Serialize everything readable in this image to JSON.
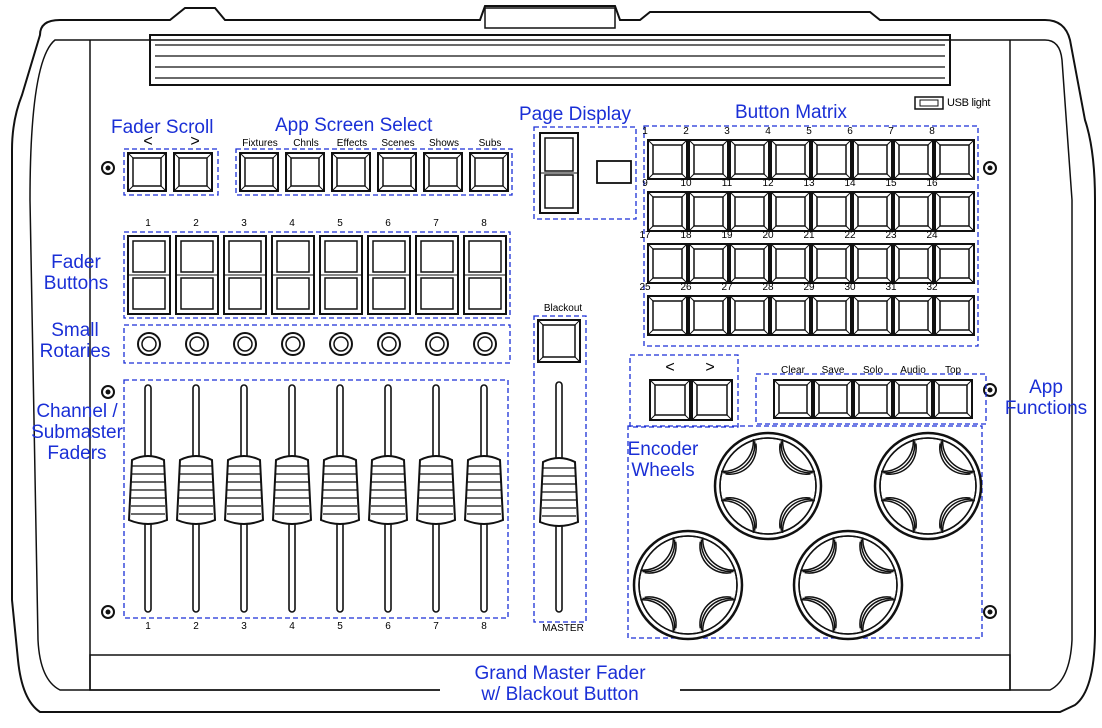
{
  "colors": {
    "annotation": "#1a2fd6",
    "outline": "#111111",
    "background": "#ffffff"
  },
  "annotations": {
    "fader_scroll": "Fader Scroll",
    "app_screen_select": "App Screen Select",
    "page_display": "Page Display",
    "button_matrix": "Button Matrix",
    "fader_buttons_1": "Fader",
    "fader_buttons_2": "Buttons",
    "small_rotaries_1": "Small",
    "small_rotaries_2": "Rotaries",
    "faders_1": "Channel /",
    "faders_2": "Submaster",
    "faders_3": "Faders",
    "encoder_1": "Encoder",
    "encoder_2": "Wheels",
    "app_functions_1": "App",
    "app_functions_2": "Functions",
    "grand_master_1": "Grand Master Fader",
    "grand_master_2": "w/ Blackout Button"
  },
  "usb_light": "USB light",
  "scroll_labels": [
    "<",
    ">"
  ],
  "app_screen_labels": [
    "Fixtures",
    "Chnls",
    "Effects",
    "Scenes",
    "Shows",
    "Subs"
  ],
  "fader_numbers": [
    "1",
    "2",
    "3",
    "4",
    "5",
    "6",
    "7",
    "8"
  ],
  "matrix_numbers": [
    "1",
    "2",
    "3",
    "4",
    "5",
    "6",
    "7",
    "8",
    "9",
    "10",
    "11",
    "12",
    "13",
    "14",
    "15",
    "16",
    "17",
    "18",
    "19",
    "20",
    "21",
    "22",
    "23",
    "24",
    "25",
    "26",
    "27",
    "28",
    "29",
    "30",
    "31",
    "32"
  ],
  "blackout_label": "Blackout",
  "master_label": "MASTER",
  "encoder_nav_labels": [
    "<",
    ">"
  ],
  "app_function_labels": [
    "Clear",
    "Save",
    "Solo",
    "Audio",
    "Top"
  ],
  "icons": [
    "usb-icon",
    "screw-hole-icon"
  ]
}
